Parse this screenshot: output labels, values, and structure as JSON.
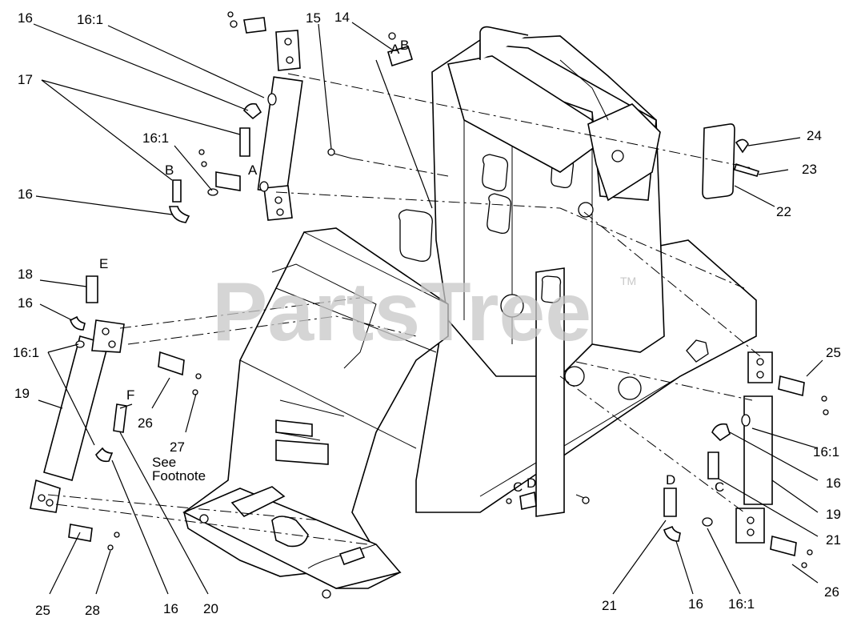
{
  "watermark": {
    "text": "PartsTree",
    "tm": "TM"
  },
  "labels": {
    "l16_a": "16",
    "l161_a": "16:1",
    "l17": "17",
    "l161_b": "16:1",
    "lB_left": "B",
    "lA_left": "A",
    "l16_b": "16",
    "l15": "15",
    "l14": "14",
    "lA_top": "A",
    "lB_top": "B",
    "l24": "24",
    "l23": "23",
    "l22": "22",
    "l18": "18",
    "lE": "E",
    "l16_c": "16",
    "l161_c": "16:1",
    "l19_left": "19",
    "lF": "F",
    "l26_left": "26",
    "l27": "27",
    "footnote_1": "See",
    "footnote_2": "Footnote",
    "l25_left": "25",
    "l28": "28",
    "l16_d": "16",
    "l20": "20",
    "lC_mid": "C",
    "lD_mid": "D",
    "l25_right": "25",
    "l161_d": "16:1",
    "l16_e": "16",
    "l19_right": "19",
    "lC_right": "C",
    "l21_right": "21",
    "lD_right": "D",
    "l21_bottom": "21",
    "l16_f": "16",
    "l161_e": "16:1",
    "l26_right": "26"
  }
}
